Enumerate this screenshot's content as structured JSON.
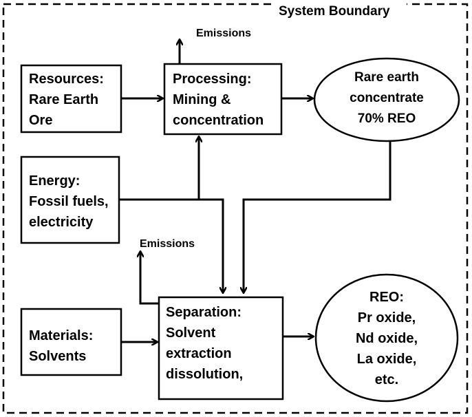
{
  "boundary": {
    "label": "System Boundary"
  },
  "nodes": {
    "resources": {
      "lines": [
        "Resources:",
        "Rare Earth",
        "Ore"
      ]
    },
    "processing": {
      "lines": [
        "Processing:",
        "Mining &",
        "concentration"
      ]
    },
    "concentrate": {
      "lines": [
        "Rare earth",
        "concentrate",
        "70% REO"
      ]
    },
    "energy": {
      "lines": [
        "Energy:",
        "Fossil fuels,",
        "electricity"
      ]
    },
    "materials": {
      "lines": [
        "Materials:",
        "Solvents"
      ]
    },
    "separation": {
      "lines": [
        "Separation:",
        "Solvent",
        "extraction",
        "dissolution,"
      ]
    },
    "reo": {
      "lines": [
        "REO:",
        "Pr oxide,",
        "Nd oxide,",
        "La oxide,",
        "etc."
      ]
    }
  },
  "emissions": {
    "top": "Emissions",
    "middle": "Emissions"
  }
}
